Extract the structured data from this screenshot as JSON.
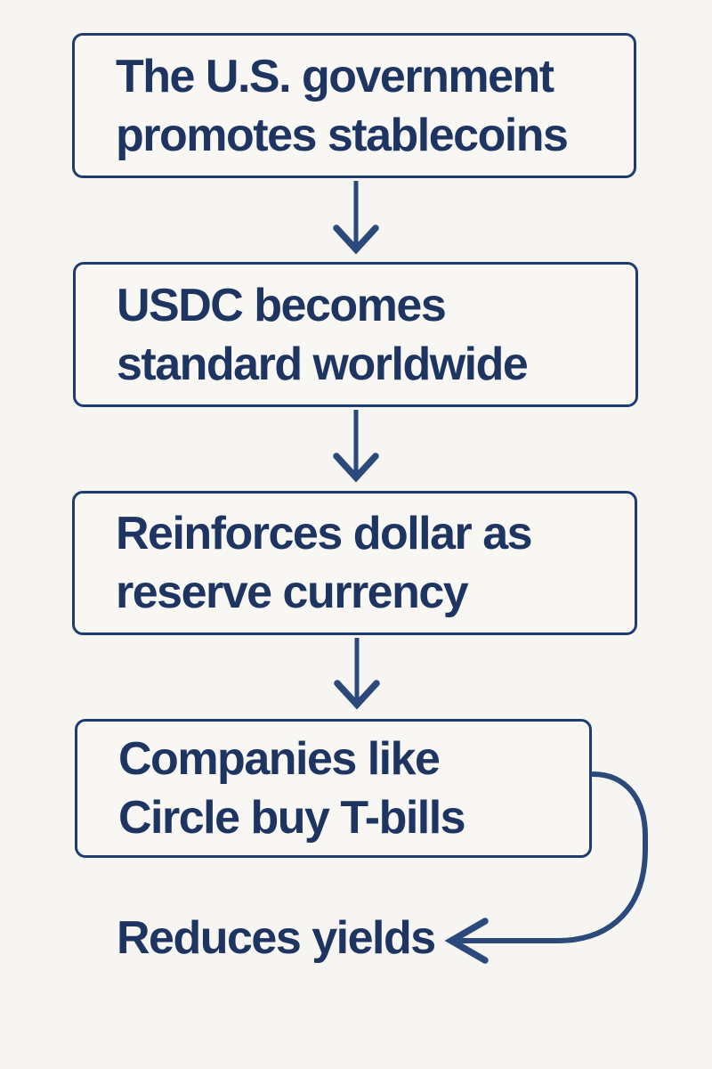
{
  "canvas": {
    "colors": {
      "bg_color": "#f6f5f2",
      "node_bg_color": "#f8f7f4",
      "border_color": "#1f3c6e",
      "text_color": "#1d3560",
      "arrow_color": "#2b4a7b"
    }
  },
  "chart_data": {
    "type": "flowchart",
    "title": "",
    "nodes": [
      {
        "id": 1,
        "text": "The U.S. government\npromotes stablecoins"
      },
      {
        "id": 2,
        "text": "USDC becomes\nstandard worldwide"
      },
      {
        "id": 3,
        "text": "Reinforces dollar as\nreserve currency"
      },
      {
        "id": 4,
        "text": "Companies like\nCircle buy T-bills"
      }
    ],
    "end_label": "Reduces yields",
    "edges": [
      {
        "from": 1,
        "to": 2,
        "style": "straight-down-arrow"
      },
      {
        "from": 2,
        "to": 3,
        "style": "straight-down-arrow"
      },
      {
        "from": 3,
        "to": 4,
        "style": "straight-down-arrow"
      },
      {
        "from": 4,
        "to": "end_label",
        "style": "curved-right-then-left-arrow"
      }
    ]
  }
}
